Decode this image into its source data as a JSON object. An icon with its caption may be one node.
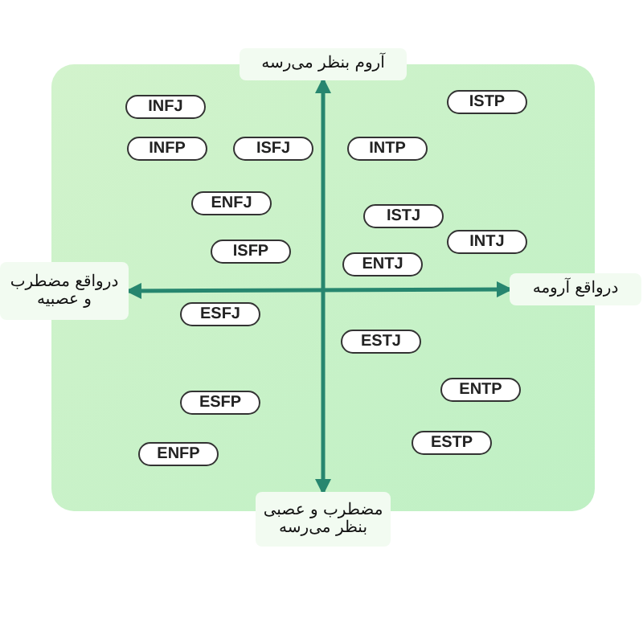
{
  "diagram": {
    "nodes": [
      {
        "text": [
          "آروم بنظر می‌رسه"
        ]
      },
      {
        "text": [
          "INFJ"
        ]
      },
      {
        "text": [
          "ISTP"
        ]
      },
      {
        "text": [
          "INFP"
        ]
      },
      {
        "text": [
          "ISFJ"
        ]
      },
      {
        "text": [
          "INTP"
        ]
      },
      {
        "text": [
          "ENFJ"
        ]
      },
      {
        "text": [
          "ISTJ"
        ]
      },
      {
        "text": [
          "INTJ"
        ]
      },
      {
        "text": [
          "ISFP"
        ]
      },
      {
        "text": [
          "ENTJ"
        ]
      },
      {
        "text": [
          "درواقع مضطرب و عصبیه"
        ]
      },
      {
        "text": [
          "درواقع آرومه"
        ]
      },
      {
        "text": [
          "ESFJ"
        ]
      },
      {
        "text": [
          "ESTJ"
        ]
      },
      {
        "text": [
          "ENTP"
        ]
      },
      {
        "text": [
          "ESFP"
        ]
      },
      {
        "text": [
          "ESTP"
        ]
      },
      {
        "text": [
          "ENFP"
        ]
      },
      {
        "text": [
          "مضطرب و عصبی بنظر می‌رسه"
        ]
      }
    ],
    "edges": [
      {
        "from": 0,
        "to": 19,
        "arrow": "both"
      },
      {
        "from": 11,
        "to": 12,
        "arrow": "both"
      }
    ]
  }
}
